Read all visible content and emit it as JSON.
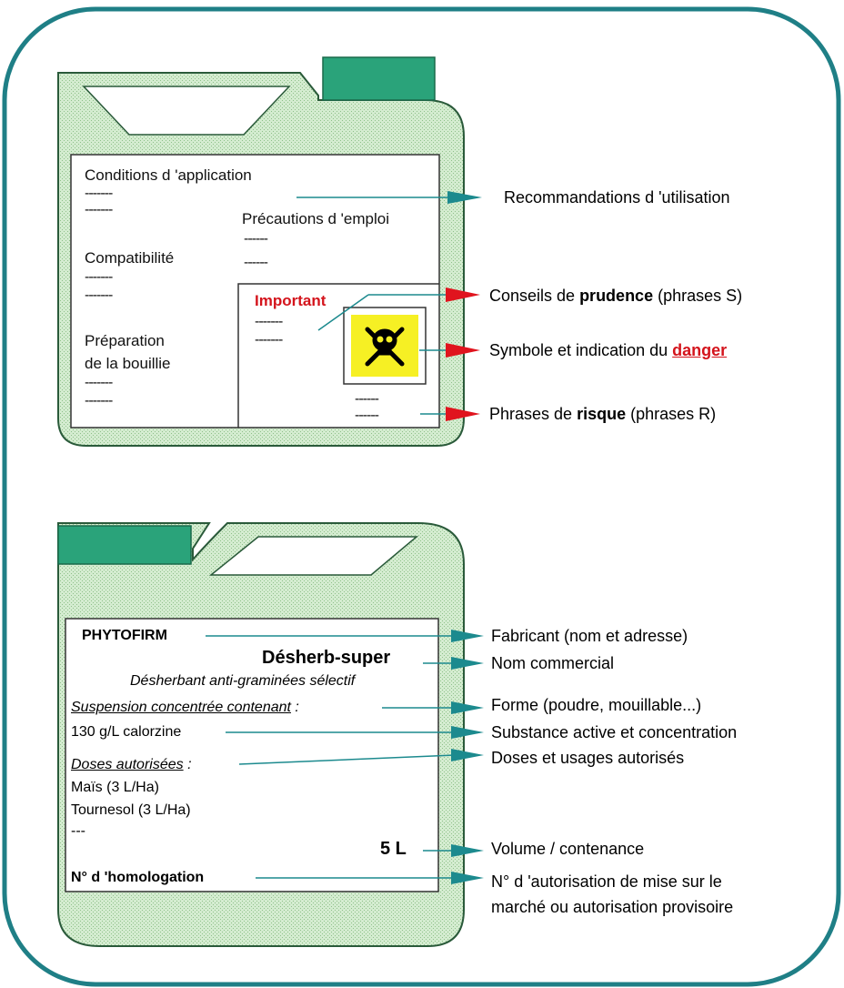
{
  "top_label": {
    "conditions_title": "Conditions d 'application",
    "conditions_lines": [
      "-------",
      "-------"
    ],
    "precautions_title": "Précautions d 'emploi",
    "precautions_lines": [
      "------",
      "------"
    ],
    "compat_title": "Compatibilité",
    "compat_lines": [
      "-------",
      "-------"
    ],
    "prep_title_1": "Préparation",
    "prep_title_2": "de la bouillie",
    "prep_lines": [
      "-------",
      "-------"
    ],
    "important_title": "Important",
    "important_lines": [
      "-------",
      "-------"
    ],
    "risk_lines": [
      "------",
      "------"
    ],
    "hazard_symbol": "skull-crossbones-icon"
  },
  "top_callouts": {
    "recommandations": "Recommandations d 'utilisation",
    "conseils": {
      "pre": "Conseils de ",
      "bold": "prudence",
      "post": " (phrases S)"
    },
    "symbole": {
      "pre": "Symbole et indication du ",
      "bold": "danger"
    },
    "phrases_risque": {
      "pre": "Phrases de ",
      "bold": "risque",
      "post": " (phrases R)"
    }
  },
  "bottom_label": {
    "manufacturer": "PHYTOFIRM",
    "product_name": "Désherb-super",
    "product_desc": "Désherbant anti-graminées sélectif",
    "formulation": "Suspension concentrée contenant",
    "formulation_suffix": " :",
    "active": "130 g/L calorzine",
    "doses_title": "Doses autorisées",
    "doses_suffix": " :",
    "dose_1": "Maïs (3 L/Ha)",
    "dose_2": "Tournesol (3 L/Ha)",
    "dose_more": "---",
    "volume": "5 L",
    "homologation": "N° d 'homologation"
  },
  "bottom_callouts": {
    "fabricant": "Fabricant (nom et adresse)",
    "nom_commercial": "Nom commercial",
    "forme": "Forme (poudre, mouillable...)",
    "substance": "Substance active et concentration",
    "doses": "Doses et usages autorisés",
    "volume": "Volume / contenance",
    "autorisation_1": "N° d 'autorisation de mise sur le",
    "autorisation_2": "marché ou autorisation provisoire"
  },
  "colors": {
    "frame": "#1f7f86",
    "can_fill": "#c9e7c4",
    "cap": "#2aa37a",
    "leader": "#1c8a8e",
    "arrow_red": "#e0141e",
    "danger_text": "#d4141c",
    "hazard_bg": "#f6f024"
  }
}
